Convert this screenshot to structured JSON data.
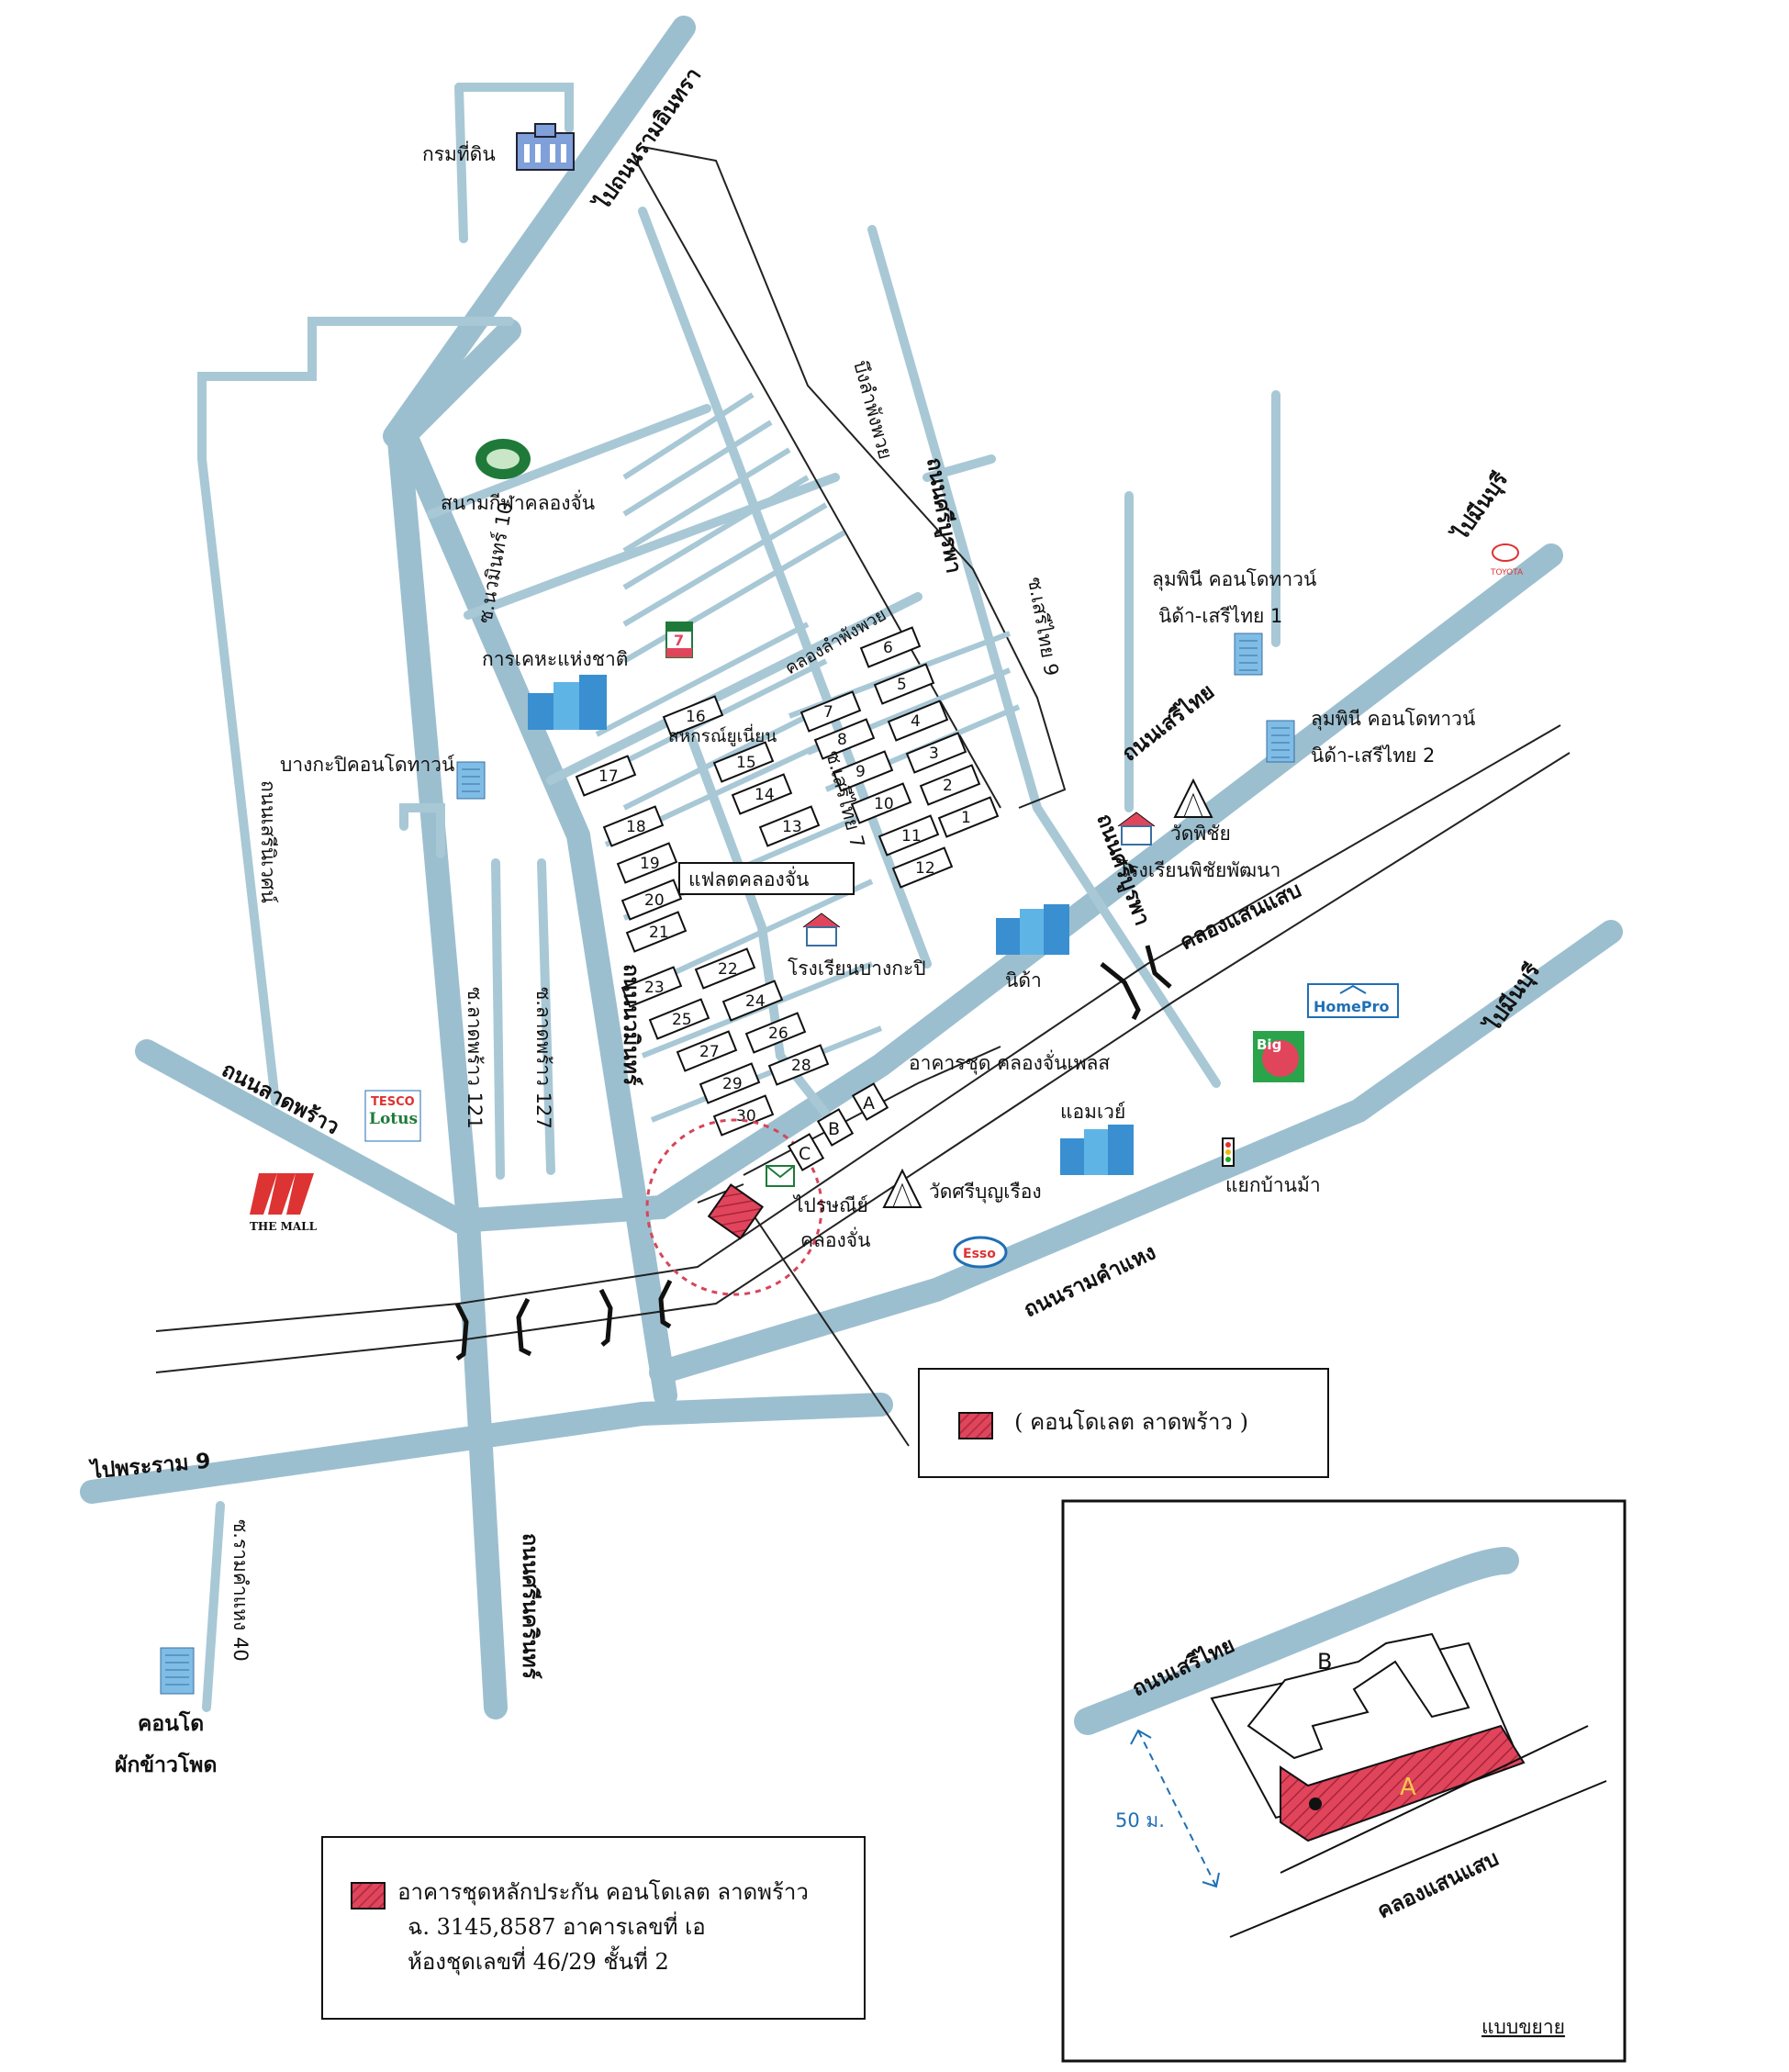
{
  "roads": {
    "ram_inthra": "ไปถนนรามอินทรา",
    "min_buri_top": "ไปมีนบุรี",
    "min_buri_mid": "ไปมีนบุรี",
    "seri_thai": "ถนนเสรีไทย",
    "si_burapha_top": "ถนนศรีบูรพา",
    "si_burapha_mid": "ถนนศรีบูรพา",
    "lat_phrao": "ถนนลาดพร้าว",
    "nawamin": "ถนนนวมินทร์",
    "srinakarin": "ถนนศรีนครินทร์",
    "ramkhamhaeng": "ถนนรามคำแหง",
    "rama9": "ไปพระราม 9",
    "serithai9": "ซ.เสรีไทย 9",
    "serithai7": "ซ.เสรีไทย 7",
    "nawamin10": "ซ.นวมินทร์ 10",
    "latphrao121": "ซ.ลาดพร้าว 121",
    "latphrao127": "ซ.ลาดพร้าว 127",
    "ramkhamhaeng40": "ซ.รามคำแหง 40",
    "seriwaiting": "ถนนเสรีนิเวศน์",
    "bueng_lam_phang_phuai": "บึงลำพังพวย",
    "klong_lam_phang_phuai": "คลองลำพังพวย",
    "klong_saen_saep": "คลองแสนแสบ"
  },
  "places": {
    "land_dept": "กรมที่ดิน",
    "stadium": "สนามกีฬาคลองจั่น",
    "national_housing": "การเคหะแห่งชาติ",
    "cooperative": "สหกรณ์ยูเนี่ยน",
    "bangkapi_condotown": "บางกะปิคอนโดทาวน์",
    "flat_klongchan": "แฟลตคลองจั่น",
    "bangkapi_school": "โรงเรียนบางกะปิ",
    "lumpini1_a": "ลุมพินี คอนโดทาวน์",
    "lumpini1_b": "นิด้า-เสรีไทย 1",
    "lumpini2_a": "ลุมพินี คอนโดทาวน์",
    "lumpini2_b": "นิด้า-เสรีไทย 2",
    "wat_phichai": "วัดพิชัย",
    "phichai_school": "โรงเรียนพิชัยพัฒนา",
    "nida": "นิด้า",
    "klongchan_place": "อาคารชุด คลองจั่นเพลส",
    "amway": "แอมเวย์",
    "wat_sriboonruang": "วัดศรีบุญเรือง",
    "post_office_a": "ไปรษณีย์",
    "post_office_b": "คลองจั่น",
    "ban_ma_junction": "แยกบ้านม้า",
    "condo_pak_a": "คอนโด",
    "condo_pak_b": "ผักข้าวโพด"
  },
  "brands": {
    "seven_eleven": "7",
    "tesco_a": "TESCO",
    "tesco_b": "Lotus",
    "the_mall": "THE MALL",
    "homepro": "HomePro",
    "big_c": "Big",
    "esso": "Esso",
    "toyota": "TOYOTA"
  },
  "flat_buildings": [
    "1",
    "2",
    "3",
    "4",
    "5",
    "6",
    "7",
    "8",
    "9",
    "10",
    "11",
    "12",
    "13",
    "14",
    "15",
    "16",
    "17",
    "18",
    "19",
    "20",
    "21",
    "22",
    "23",
    "24",
    "25",
    "26",
    "27",
    "28",
    "29",
    "30"
  ],
  "blocks": {
    "a": "A",
    "b": "B",
    "c": "C"
  },
  "callout": {
    "label": "( คอนโดเลต ลาดพร้าว )"
  },
  "legend": {
    "line1": "อาคารชุดหลักประกัน คอนโดเลต ลาดพร้าว",
    "line2": "ฉ. 3145,8587  อาคารเลขที่ เอ",
    "line3": "ห้องชุดเลขที่ 46/29  ชั้นที่ 2"
  },
  "inset": {
    "road": "ถนนเสรีไทย",
    "canal": "คลองแสนแสบ",
    "block_b": "B",
    "block_a": "A",
    "distance": "50 ม.",
    "caption": "แบบขยาย"
  },
  "colors": {
    "road": "#9cbfd0",
    "canal_line": "#222222",
    "subject": "#e0455c",
    "circle": "#d6455a",
    "inset_distance": "#1f6fb5"
  }
}
